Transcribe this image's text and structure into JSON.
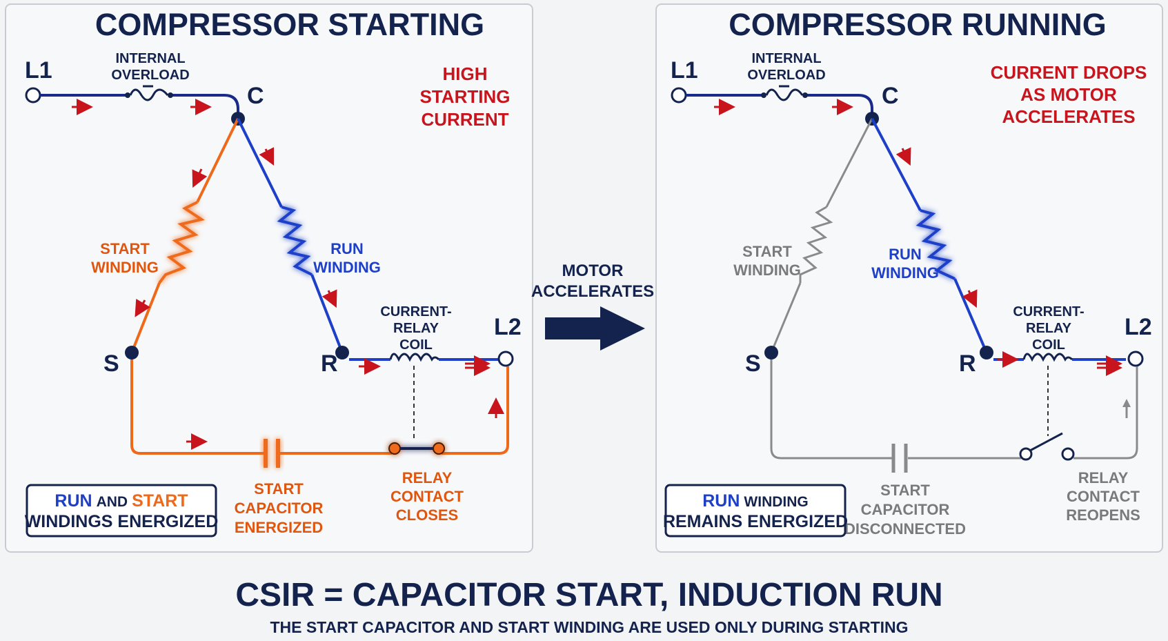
{
  "panels": {
    "left": {
      "title": "COMPRESSOR STARTING",
      "terminals": {
        "l1": "L1",
        "l2": "L2",
        "c": "C",
        "s": "S",
        "r": "R"
      },
      "overload_label": [
        "INTERNAL",
        "OVERLOAD"
      ],
      "note": [
        "HIGH",
        "STARTING",
        "CURRENT"
      ],
      "start_winding_label": [
        "START",
        "WINDING"
      ],
      "run_winding_label": [
        "RUN",
        "WINDING"
      ],
      "relay_coil_label": [
        "CURRENT-",
        "RELAY",
        "COIL"
      ],
      "capacitor_label": [
        "START",
        "CAPACITOR",
        "ENERGIZED"
      ],
      "relay_contact_label": [
        "RELAY",
        "CONTACT",
        "CLOSES"
      ],
      "legend": {
        "run": "RUN",
        "and": "AND",
        "start": "START",
        "line2": "WINDINGS ENERGIZED"
      }
    },
    "right": {
      "title": "COMPRESSOR RUNNING",
      "terminals": {
        "l1": "L1",
        "l2": "L2",
        "c": "C",
        "s": "S",
        "r": "R"
      },
      "overload_label": [
        "INTERNAL",
        "OVERLOAD"
      ],
      "note": [
        "CURRENT DROPS",
        "AS MOTOR",
        "ACCELERATES"
      ],
      "start_winding_label": [
        "START",
        "WINDING"
      ],
      "run_winding_label": [
        "RUN",
        "WINDING"
      ],
      "relay_coil_label": [
        "CURRENT-",
        "RELAY",
        "COIL"
      ],
      "capacitor_label": [
        "START",
        "CAPACITOR",
        "DISCONNECTED"
      ],
      "relay_contact_label": [
        "RELAY",
        "CONTACT",
        "REOPENS"
      ],
      "legend": {
        "run": "RUN",
        "winding": "WINDING",
        "line2": "REMAINS ENERGIZED"
      }
    }
  },
  "center": {
    "label": [
      "MOTOR",
      "ACCELERATES"
    ]
  },
  "footer": {
    "title": "CSIR = CAPACITOR START, INDUCTION RUN",
    "subtitle": "THE START CAPACITOR AND START WINDING ARE USED ONLY DURING STARTING"
  },
  "colors": {
    "navy": "#14234d",
    "red": "#c8141c",
    "orange": "#ee6a1a",
    "blue": "#1e3fc8",
    "gray": "#8a8a8a"
  }
}
